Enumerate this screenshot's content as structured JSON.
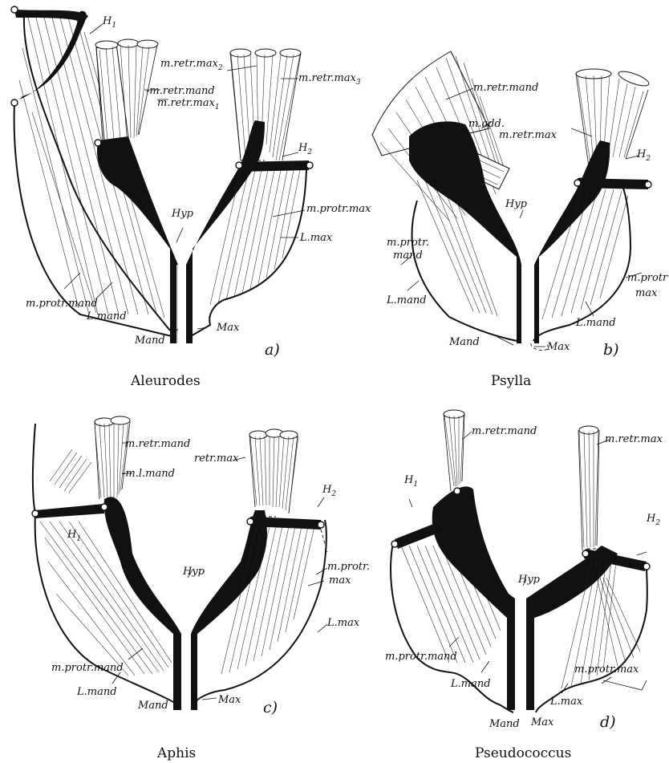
{
  "panels": [
    {
      "letter": "a)",
      "caption": "Aleurodes",
      "labels": {
        "h1": "H",
        "h1_sub": "1",
        "retr_max2": "m.retr.max",
        "retr_max2_sub": "2",
        "retr_max3": "m.retr.max",
        "retr_max3_sub": "3",
        "retr_mand": "-m.retr.mand",
        "retr_max1": "m.retr.max",
        "retr_max1_sub": "1",
        "h2": "H",
        "h2_sub": "2",
        "hyp": "Hyp",
        "protr_max": "m.protr.max",
        "lmax": "L.max",
        "protr_mand": "m.protr.mand",
        "lmand": "L.mand",
        "mand": "Mand",
        "max": "Max"
      }
    },
    {
      "letter": "b)",
      "caption": "Psylla",
      "labels": {
        "retr_mand": "m.retr.mand",
        "add": "m.add.",
        "retr_max": "m.retr.max",
        "h2": "H",
        "h2_sub": "2",
        "hyp": "Hyp",
        "protr_mand_1": "m.protr.",
        "protr_mand_2": "mand",
        "lmand_left": "L.mand",
        "protr_max_1": "m.protr",
        "protr_max_2": "max",
        "lmand_right": "L.mand",
        "mand": "Mand",
        "max": "Max"
      }
    },
    {
      "letter": "c)",
      "caption": "Aphis",
      "labels": {
        "retr_mand": "m.retr.mand",
        "l_mand_muscle": "-m.l.mand",
        "retr_max": "retr.max",
        "h1": "H",
        "h1_sub": "1",
        "h2": "H",
        "h2_sub": "2",
        "hyp": "Hyp",
        "protr_max_1": "m.protr.",
        "protr_max_2": "max",
        "lmax": "L.max",
        "protr_mand": "m.protr.mand",
        "lmand": "L.mand",
        "mand": "Mand",
        "max": "Max"
      }
    },
    {
      "letter": "d)",
      "caption": "Pseudococcus",
      "labels": {
        "retr_mand": "m.retr.mand",
        "retr_max": "m.retr.max",
        "h1": "H",
        "h1_sub": "1",
        "h2": "H",
        "h2_sub": "2",
        "hyp": "Hyp",
        "protr_mand": "m.protr.mand",
        "lmand": "L.mand",
        "lmax": "L.max",
        "protr_max": "m.protr.max",
        "mand": "Mand",
        "max": "Max"
      }
    }
  ]
}
